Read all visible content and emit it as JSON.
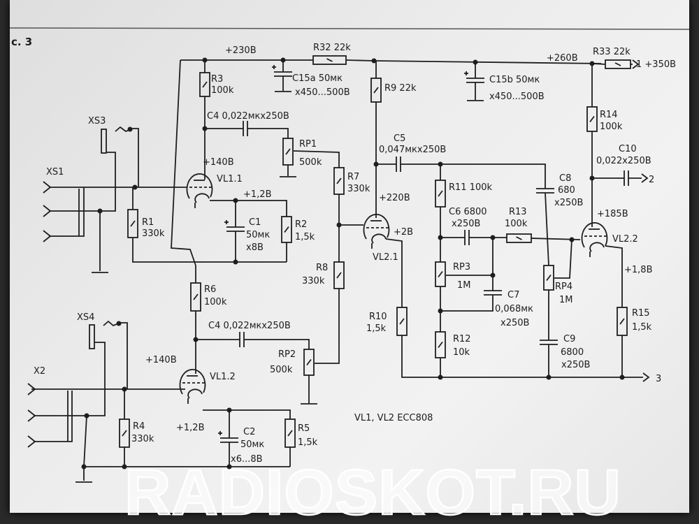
{
  "figure_label": "с. 3",
  "rails": {
    "v230": "+230В",
    "v260": "+260В",
    "out1": "1 +350В"
  },
  "connectors": {
    "xs1": "XS1",
    "xs3": "XS3",
    "x2": "X2",
    "xs4": "XS4",
    "out2": "2",
    "out3": "3"
  },
  "components": {
    "r32": "R32  22k",
    "r33": "R33  22k",
    "c15a": [
      "C15a  50мк",
      "x450...500В"
    ],
    "c15b": [
      "C15b  50мк",
      "x450...500В"
    ],
    "r3": [
      "R3",
      "100k"
    ],
    "c4a": "C4  0,022мкх250В",
    "rp1": [
      "RP1",
      "500k"
    ],
    "vl11": "VL1.1",
    "v140a": "+140В",
    "v12a": "+1,2В",
    "r1": [
      "R1",
      "330k"
    ],
    "c1": [
      "C1",
      "50мк",
      "x8В"
    ],
    "r2": [
      "R2",
      "1,5k"
    ],
    "r7": [
      "R7",
      "330k"
    ],
    "r8": [
      "R8",
      "330k"
    ],
    "r9": "R9  22k",
    "c5": [
      "C5",
      "0,047мкх250В"
    ],
    "v220": "+220В",
    "v2": "+2В",
    "vl21": "VL2.1",
    "r10": [
      "R10",
      "1,5k"
    ],
    "r11": "R11 100k",
    "c6": [
      "C6  6800",
      "x250В"
    ],
    "r13": [
      "R13",
      "100k"
    ],
    "rp3": [
      "RP3",
      "1M"
    ],
    "c7": [
      "C7",
      "0,068мк",
      "x250В"
    ],
    "r12": [
      "R12",
      "10k"
    ],
    "c8": [
      "C8",
      "680",
      "x250В"
    ],
    "rp4": [
      "RP4",
      "1M"
    ],
    "c9": [
      "C9",
      "6800",
      "x250В"
    ],
    "r14": [
      "R14",
      "100k"
    ],
    "c10": [
      "C10",
      "0,022x250В"
    ],
    "v185": "+185В",
    "vl22": "VL2.2",
    "v18": "+1,8В",
    "r15": [
      "R15",
      "1,5k"
    ],
    "r6": [
      "R6",
      "100k"
    ],
    "c4b": "C4  0,022мкх250В",
    "rp2": [
      "RP2",
      "500k"
    ],
    "v140b": "+140В",
    "vl12": "VL1.2",
    "r4": [
      "R4",
      "330k"
    ],
    "v12b": "+1,2В",
    "c2": [
      "C2",
      "50мк",
      "x6...8В"
    ],
    "r5": [
      "R5",
      "1,5k"
    ]
  },
  "tube_note": "VL1, VL2  ECC808",
  "watermark": "RADIOSKOT.RU"
}
